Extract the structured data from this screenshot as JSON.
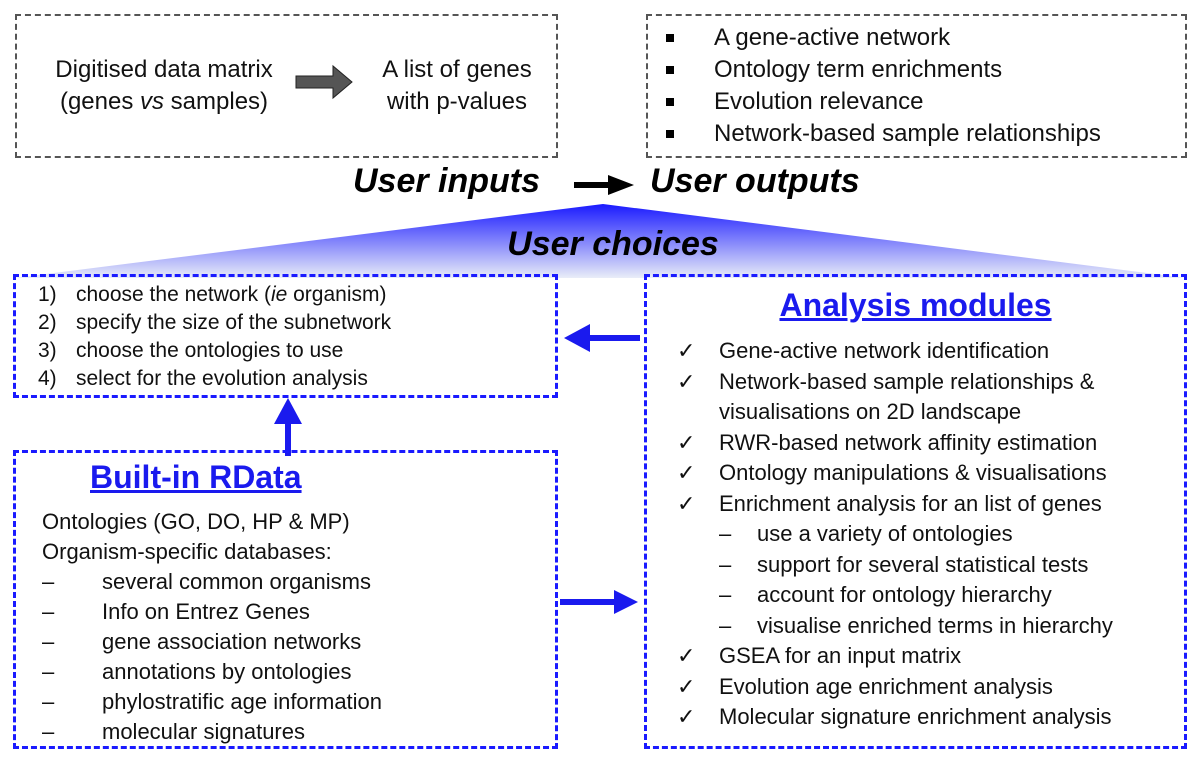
{
  "inputs": {
    "matrix_line1": "Digitised data matrix",
    "matrix_line2_pre": "(genes ",
    "matrix_line2_em": "vs",
    "matrix_line2_post": " samples)",
    "genes_line1": "A list of genes",
    "genes_line2": "with p-values"
  },
  "outputs": {
    "items": [
      "A gene-active network",
      "Ontology term enrichments",
      "Evolution relevance",
      "Network-based sample relationships"
    ]
  },
  "flow": {
    "user_inputs": "User inputs",
    "user_outputs": "User outputs",
    "user_choices": "User choices"
  },
  "choices": {
    "items": [
      {
        "num": "1)",
        "pre": "choose the network (",
        "em": "ie",
        "post": " organism)"
      },
      {
        "num": "2)",
        "pre": "specify the size of the subnetwork",
        "em": "",
        "post": ""
      },
      {
        "num": "3)",
        "pre": "choose the ontologies to use",
        "em": "",
        "post": ""
      },
      {
        "num": "4)",
        "pre": "select for the evolution analysis",
        "em": "",
        "post": ""
      }
    ]
  },
  "rdata": {
    "title": "Built-in RData",
    "line1": "Ontologies (GO, DO, HP & MP)",
    "line2": "Organism-specific databases:",
    "dash": "–",
    "items": [
      "several common organisms",
      "Info on Entrez Genes",
      "gene association networks",
      "annotations by ontologies",
      "phylostratific age information",
      "molecular signatures"
    ]
  },
  "modules": {
    "title": "Analysis modules",
    "check": "✓",
    "dash": "–",
    "items": [
      {
        "kind": "check",
        "text": "Gene-active network identification"
      },
      {
        "kind": "check",
        "text": "Network-based sample relationships &"
      },
      {
        "kind": "cont",
        "text": "visualisations on 2D landscape"
      },
      {
        "kind": "check",
        "text": "RWR-based network affinity estimation"
      },
      {
        "kind": "check",
        "text": "Ontology manipulations & visualisations"
      },
      {
        "kind": "check",
        "text": "Enrichment analysis for an list of genes"
      },
      {
        "kind": "dash",
        "text": "use a variety of ontologies"
      },
      {
        "kind": "dash",
        "text": "support for several statistical tests"
      },
      {
        "kind": "dash",
        "text": "account for ontology hierarchy"
      },
      {
        "kind": "dash",
        "text": "visualise enriched terms in hierarchy"
      },
      {
        "kind": "check",
        "text": "GSEA for an input matrix"
      },
      {
        "kind": "check",
        "text": "Evolution age enrichment analysis"
      },
      {
        "kind": "check",
        "text": "Molecular signature enrichment analysis"
      }
    ]
  },
  "colors": {
    "accent_blue": "#1a1aee",
    "gradient_top": "#1a1aff",
    "gradient_bottom": "#e8ecf8"
  }
}
